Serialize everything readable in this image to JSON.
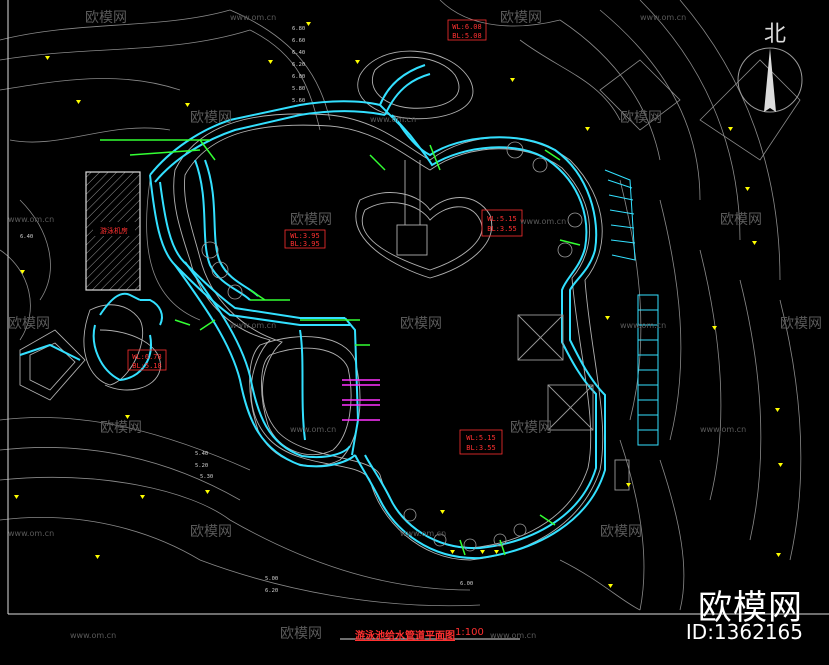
{
  "drawing": {
    "title": "游泳池给水管道平面图",
    "scale": "1:100",
    "north_label": "北"
  },
  "watermark": {
    "brand": "欧模网",
    "site": "www.om.cn",
    "id_label": "ID:1362165"
  },
  "labels": {
    "pump_room": "游泳机房",
    "pool_main_left": [
      "WL:3.95",
      "BL:3.95"
    ],
    "pool_main_right": [
      "WL:5.15",
      "BL:3.55"
    ],
    "pool_bottom": [
      "WL:5.15",
      "BL:3.55"
    ],
    "pool_top": [
      "WL:6.08",
      "BL:5.08"
    ],
    "pool_small_left": [
      "WL:6.78",
      "BL:5.18"
    ],
    "elevations": [
      "6.80",
      "6.60",
      "6.40",
      "6.20",
      "6.00",
      "5.80",
      "5.60",
      "5.40",
      "5.20",
      "5.00",
      "5.30",
      "6.20",
      "6.40",
      "6.00"
    ]
  },
  "colors": {
    "pipe": "#33e0ff",
    "terrain": "#9a9a9a",
    "red": "#ff3030",
    "yellow": "#ffff00",
    "green": "#33ff33",
    "magenta": "#ff33ff"
  }
}
